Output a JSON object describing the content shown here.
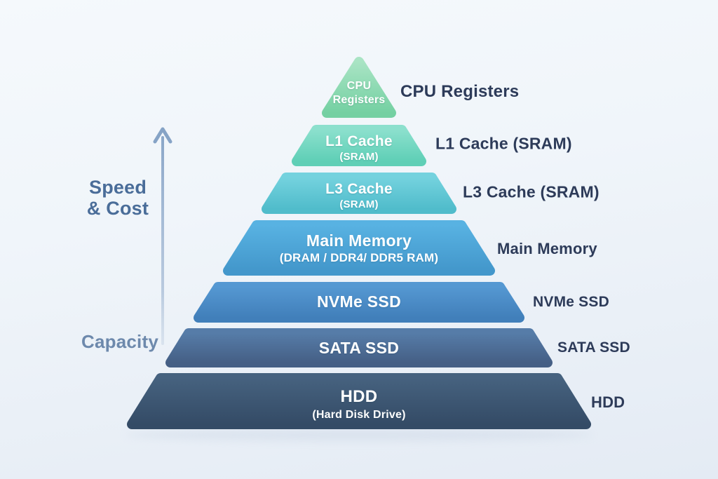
{
  "diagram": {
    "name": "memory-hierarchy-pyramid",
    "axis": {
      "up_label_line1": "Speed",
      "up_label_line2": "& Cost",
      "down_label": "Capacity",
      "arrow_color": "#8fa9c8"
    },
    "levels": [
      {
        "id": "cpu-registers",
        "band_title": "CPU",
        "band_subtitle": "Registers",
        "side_label": "CPU Registers",
        "color_top": "#a9e4c4",
        "color_bottom": "#74d0a2"
      },
      {
        "id": "l1-cache",
        "band_title": "L1 Cache",
        "band_subtitle": "(SRAM)",
        "side_label": "L1 Cache (SRAM)",
        "color_top": "#8ce0cd",
        "color_bottom": "#5fcfb6"
      },
      {
        "id": "l3-cache",
        "band_title": "L3 Cache",
        "band_subtitle": "(SRAM)",
        "side_label": "L3 Cache (SRAM)",
        "color_top": "#74d2de",
        "color_bottom": "#50bccb"
      },
      {
        "id": "main-memory",
        "band_title": "Main Memory",
        "band_subtitle": "(DRAM / DDR4/ DDR5 RAM)",
        "side_label": "Main Memory",
        "color_top": "#58b2e2",
        "color_bottom": "#4397cb"
      },
      {
        "id": "nvme-ssd",
        "band_title": "NVMe SSD",
        "band_subtitle": "",
        "side_label": "NVMe SSD",
        "color_top": "#5598d2",
        "color_bottom": "#417fba"
      },
      {
        "id": "sata-ssd",
        "band_title": "SATA SSD",
        "band_subtitle": "",
        "side_label": "SATA SSD",
        "color_top": "#567ca8",
        "color_bottom": "#455f85"
      },
      {
        "id": "hdd",
        "band_title": "HDD",
        "band_subtitle": "(Hard Disk Drive)",
        "side_label": "HDD",
        "color_top": "#46627f",
        "color_bottom": "#344b66"
      }
    ],
    "text_colors": {
      "band_text": "#ffffff",
      "side_label": "#2d3b59",
      "axis_top": "#4a6d99",
      "axis_bottom": "#6d89ac"
    }
  }
}
